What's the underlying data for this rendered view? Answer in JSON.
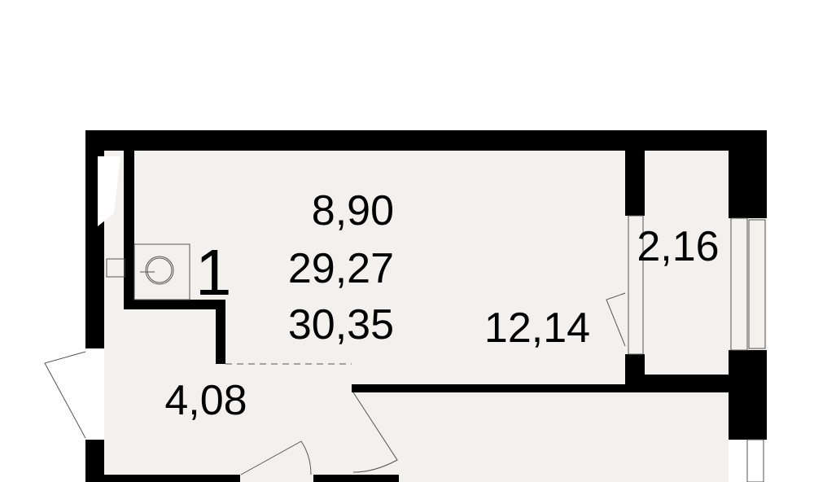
{
  "plan": {
    "apartment_rooms": "1",
    "living_area": "8,90",
    "area_without_balcony": "29,27",
    "total_area": "30,35",
    "room_area": "12,14",
    "balcony_area": "2,16",
    "hall_area": "4,08"
  },
  "colors": {
    "floor": "#f2f1ee",
    "wall": "#000000"
  }
}
